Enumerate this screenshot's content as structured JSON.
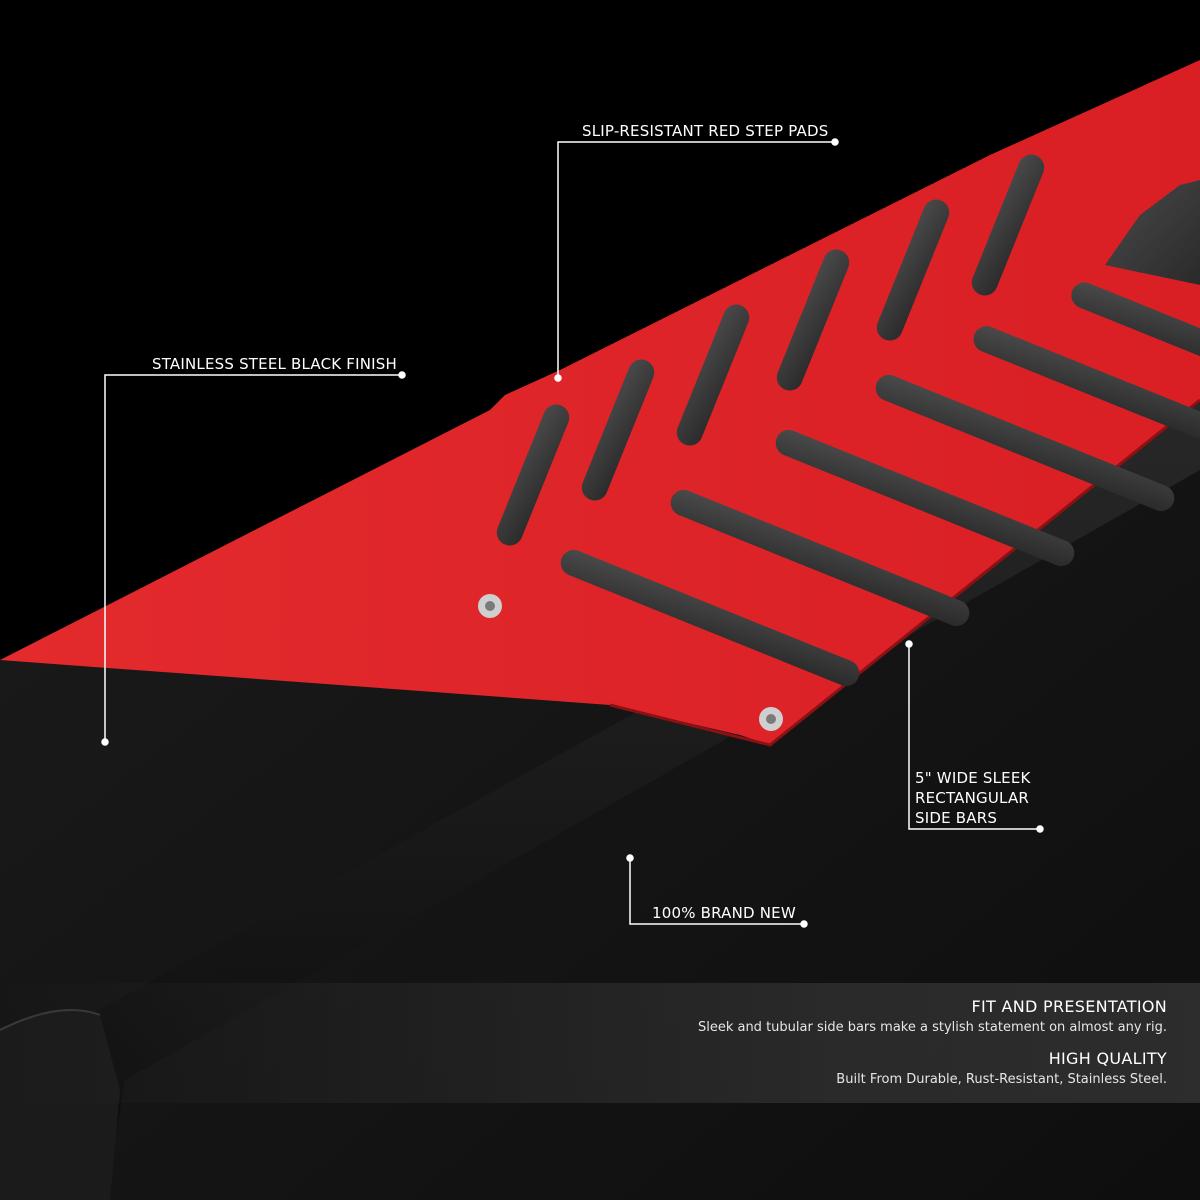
{
  "callouts": {
    "step_pads": "SLIP-RESISTANT RED STEP PADS",
    "finish": "STAINLESS STEEL BLACK FINISH",
    "side_bars": [
      "5\" WIDE SLEEK",
      "RECTANGULAR",
      "SIDE BARS"
    ],
    "brand_new": "100% BRAND NEW"
  },
  "features": [
    {
      "title": "FIT AND PRESENTATION",
      "description": "Sleek and tubular side bars make a stylish statement on almost any rig."
    },
    {
      "title": "HIGH QUALITY",
      "description": "Built From Durable, Rust-Resistant, Stainless Steel."
    }
  ],
  "colors": {
    "background": "#000000",
    "step_pad_red": "#e0262b",
    "bar_black": "#151515",
    "slot_gray": "#3a3a3a"
  }
}
